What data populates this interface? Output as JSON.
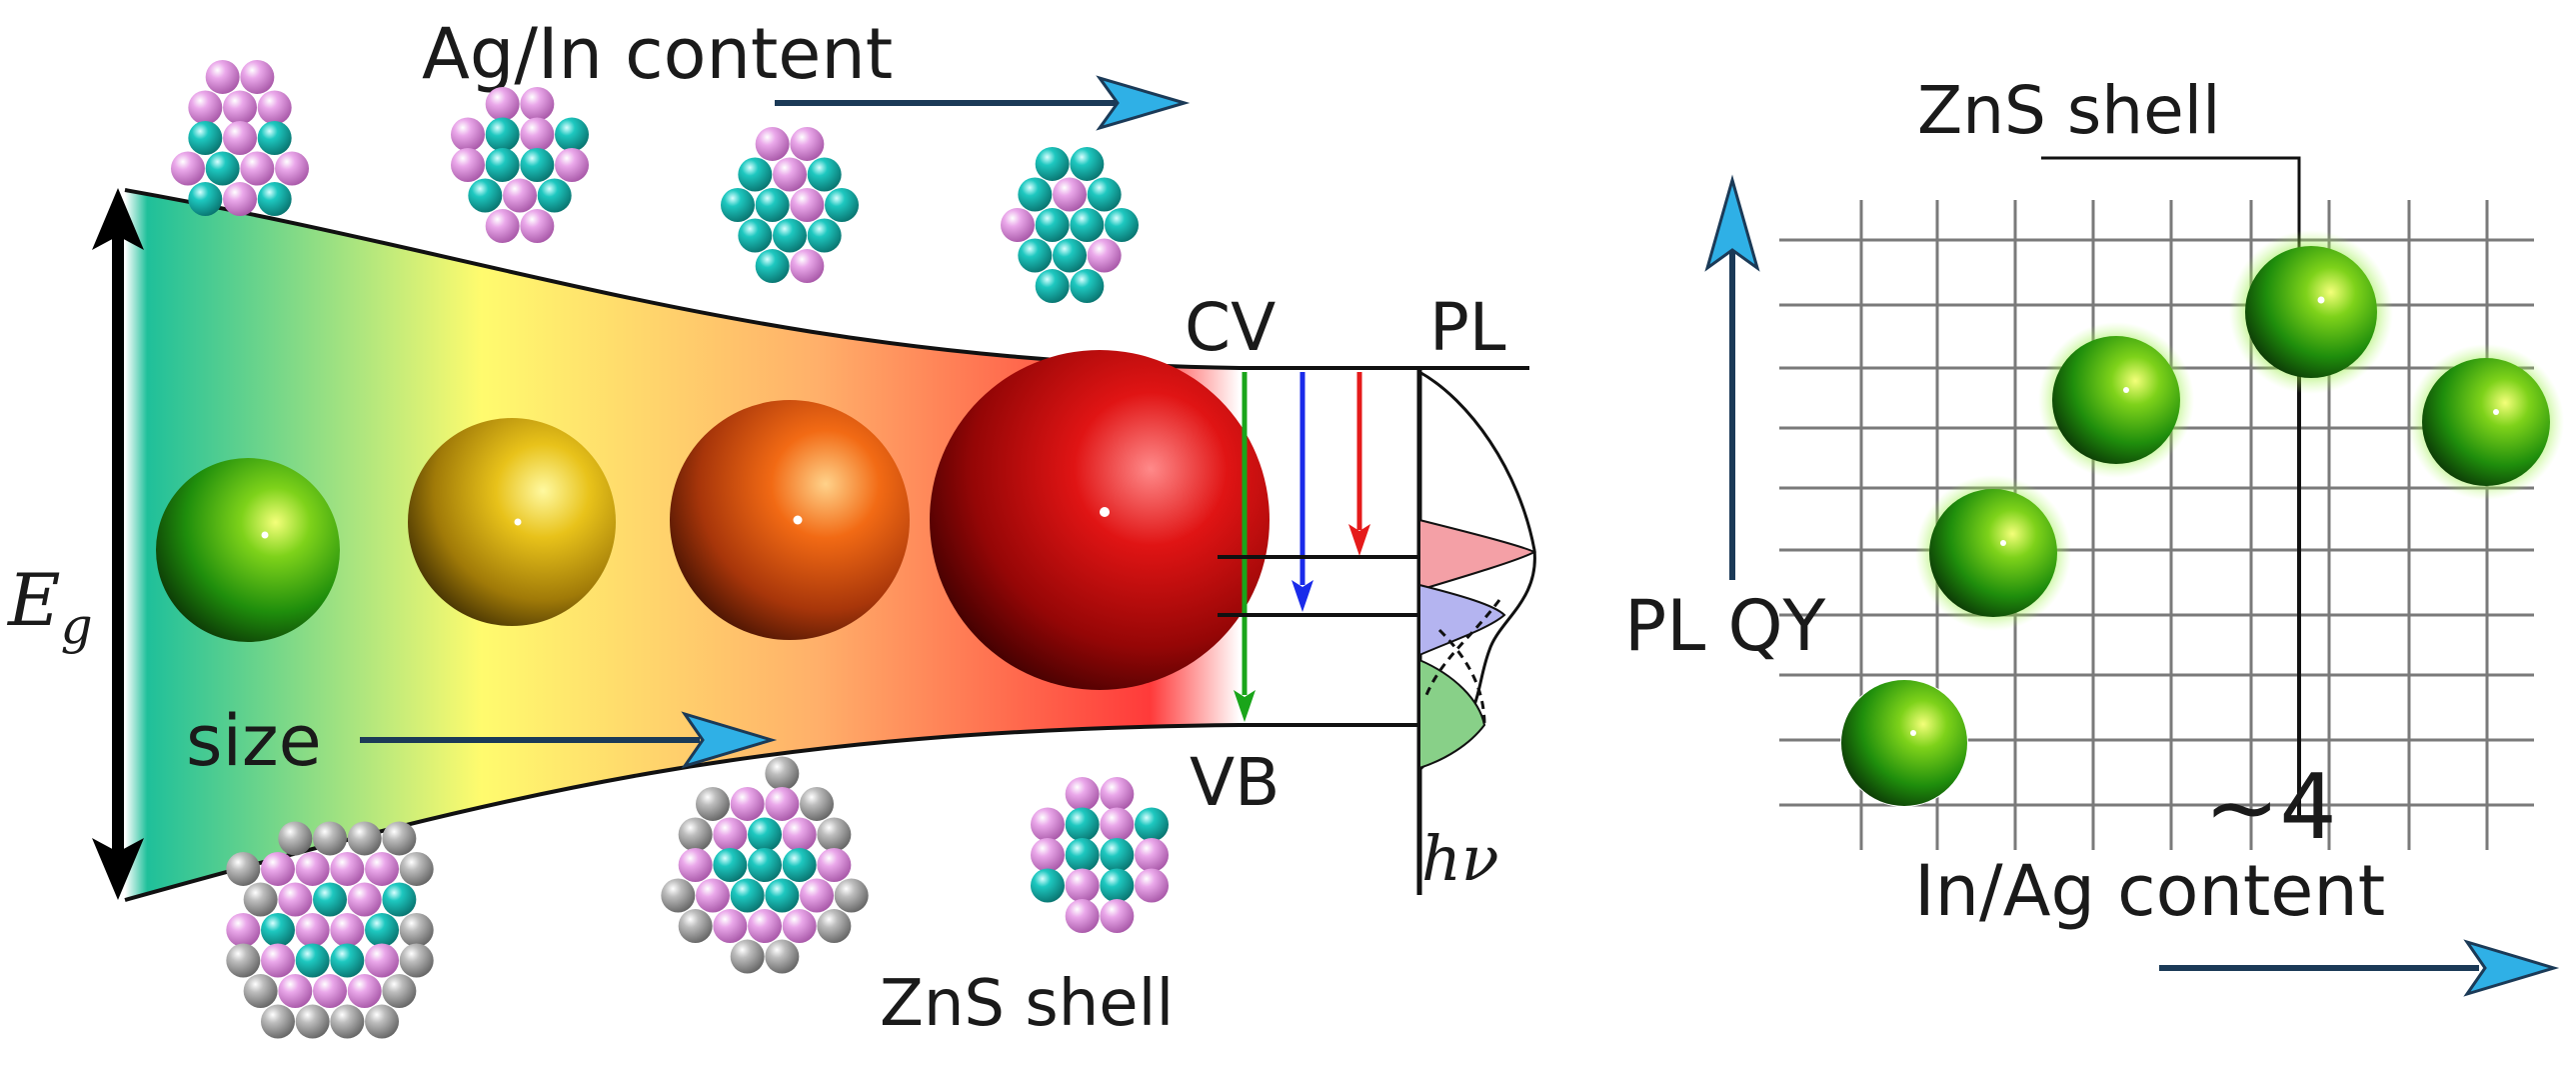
{
  "labels": {
    "ag_in_content": "Ag/In content",
    "size": "size",
    "eg_base": "E",
    "eg_sub": "g",
    "cv": "CV",
    "vb": "VB",
    "pl": "PL",
    "hv": "hν",
    "zns_shell_bottom": "ZnS shell",
    "zns_shell_top": "ZnS shell",
    "pl_qy": "PL QY",
    "approx_4": "~4",
    "in_ag_content": "In/Ag content"
  },
  "colors": {
    "atom_pink": "#d88ad8",
    "atom_teal": "#19b7b0",
    "atom_grey": "#9a9a9a",
    "arrow_blue": "#2fb0e6",
    "arrow_blue_dark": "#1b3a57",
    "transition_green": "#1aa51a",
    "transition_blue": "#1a2bea",
    "transition_red": "#e51a1a",
    "band_gradient": [
      "#1fc09a",
      "#fffb6e",
      "#ff9a6a",
      "#ff3a3a"
    ]
  },
  "dots": [
    {
      "id": "dot-1",
      "color": "green"
    },
    {
      "id": "dot-2",
      "color": "yellow"
    },
    {
      "id": "dot-3",
      "color": "orange"
    },
    {
      "id": "dot-4",
      "color": "red"
    }
  ],
  "qy_plot": {
    "points": [
      {
        "id": "qy-point-1",
        "color": "green"
      },
      {
        "id": "qy-point-2",
        "color": "green"
      },
      {
        "id": "qy-point-3",
        "color": "green"
      },
      {
        "id": "qy-point-4",
        "color": "green"
      },
      {
        "id": "qy-point-5",
        "color": "green"
      }
    ]
  }
}
